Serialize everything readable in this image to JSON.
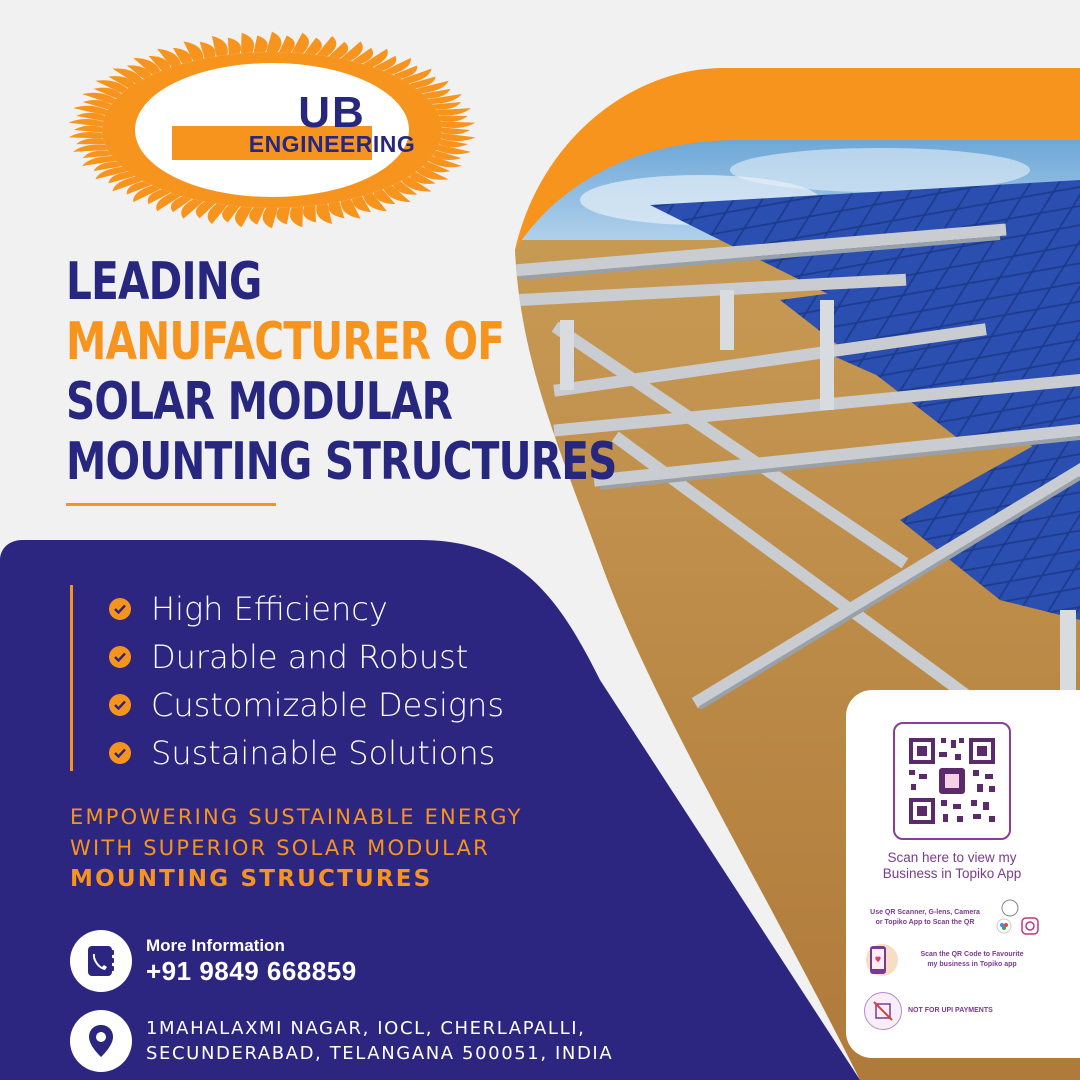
{
  "logo": {
    "line1": "UB",
    "line2": "ENGINEERING"
  },
  "headline": {
    "line1": "LEADING",
    "line2": "MANUFACTURER OF",
    "line3": "SOLAR MODULAR",
    "line4": "MOUNTING STRUCTURES"
  },
  "features": [
    "High Efficiency",
    "Durable and Robust",
    "Customizable Designs",
    "Sustainable Solutions"
  ],
  "tagline": {
    "line1": "EMPOWERING SUSTAINABLE ENERGY",
    "line2": "WITH SUPERIOR SOLAR MODULAR",
    "line3": "MOUNTING STRUCTURES"
  },
  "contact": {
    "label": "More Information",
    "phone": "+91 9849 668859",
    "address_line1": "1MAHALAXMI NAGAR, IOCL, CHERLAPALLI,",
    "address_line2": "SECUNDERABAD, TELANGANA 500051, INDIA"
  },
  "qr": {
    "caption_line1": "Scan here to view my",
    "caption_line2": "Business in Topiko App",
    "hint1_line1": "Use QR Scanner, G-lens, Camera",
    "hint1_line2": "or Topiko App to Scan the QR",
    "hint2_line1": "Scan the QR Code to Favourite",
    "hint2_line2": "my business in Topiko app",
    "hint3": "NOT FOR UPI PAYMENTS"
  },
  "colors": {
    "navy": "#27277f",
    "orange": "#f7941d",
    "panel": "#2c2680",
    "purple": "#7b3a8f"
  }
}
